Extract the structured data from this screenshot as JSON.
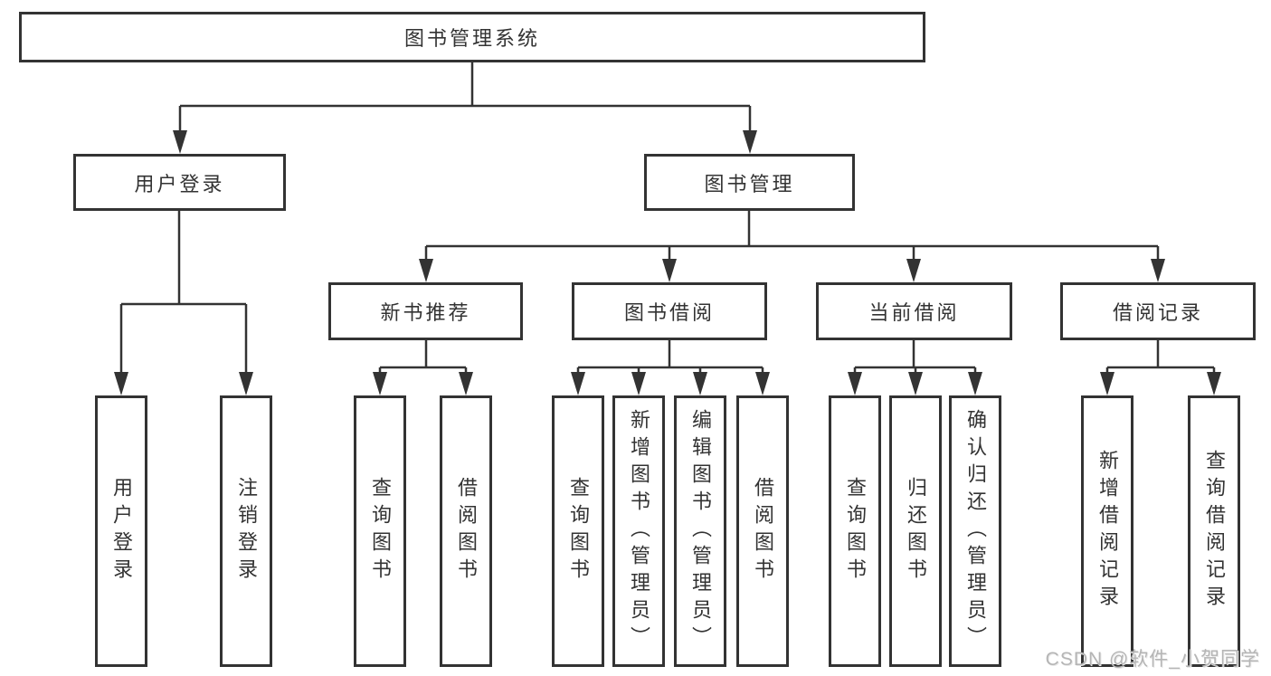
{
  "diagram": {
    "title": "图书管理系统",
    "root": {
      "label": "图书管理系统"
    },
    "level2": [
      {
        "id": "user-login",
        "label": "用户登录"
      },
      {
        "id": "book-management",
        "label": "图书管理"
      }
    ],
    "level3": [
      {
        "id": "new-book-recommend",
        "label": "新书推荐"
      },
      {
        "id": "book-borrow",
        "label": "图书借阅"
      },
      {
        "id": "current-borrow",
        "label": "当前借阅"
      },
      {
        "id": "borrow-record",
        "label": "借阅记录"
      }
    ],
    "leaves": [
      {
        "parent": "user-login",
        "label": "用户登录"
      },
      {
        "parent": "user-login",
        "label": "注销登录"
      },
      {
        "parent": "new-book-recommend",
        "label": "查询图书"
      },
      {
        "parent": "new-book-recommend",
        "label": "借阅图书"
      },
      {
        "parent": "book-borrow",
        "label": "查询图书"
      },
      {
        "parent": "book-borrow",
        "label": "新增图书（管理员）"
      },
      {
        "parent": "book-borrow",
        "label": "编辑图书（管理员）"
      },
      {
        "parent": "book-borrow",
        "label": "借阅图书"
      },
      {
        "parent": "current-borrow",
        "label": "查询图书"
      },
      {
        "parent": "current-borrow",
        "label": "归还图书"
      },
      {
        "parent": "current-borrow",
        "label": "确认归还（管理员）"
      },
      {
        "parent": "borrow-record",
        "label": "新增借阅记录"
      },
      {
        "parent": "borrow-record",
        "label": "查询借阅记录"
      }
    ]
  },
  "colors": {
    "line": "#333333",
    "text": "#333333",
    "watermark": "#b5b5b5"
  },
  "watermark": "CSDN @软件_小贺同学"
}
